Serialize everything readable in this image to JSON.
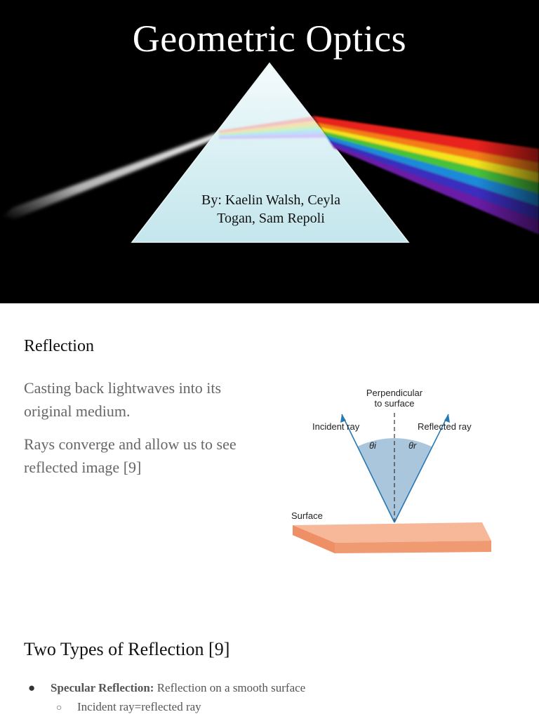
{
  "slide1": {
    "title": "Geometric Optics",
    "authors_line1": "By: Kaelin Walsh, Ceyla",
    "authors_line2": "Togan, Sam Repoli",
    "background_color": "#000000"
  },
  "slide2": {
    "heading": "Reflection",
    "paragraph1": "Casting back lightwaves into its original medium.",
    "paragraph2": "Rays converge and allow us to see reflected image [9]",
    "diagram": {
      "perpendicular_line1": "Perpendicular",
      "perpendicular_line2": "to surface",
      "incident_label": "Incident ray",
      "reflected_label": "Reflected ray",
      "theta_i": "θi",
      "theta_r": "θr",
      "surface_label": "Surface",
      "surface_color": "#f4a582",
      "angle_fill_color": "#a9c6dc",
      "ray_color": "#2a78b0"
    }
  },
  "slide3": {
    "heading": "Two Types of Reflection [9]",
    "bullet1_bold": "Specular Reflection:",
    "bullet1_text": " Reflection on a smooth surface",
    "sub_bullet1": "Incident ray=reflected ray"
  }
}
